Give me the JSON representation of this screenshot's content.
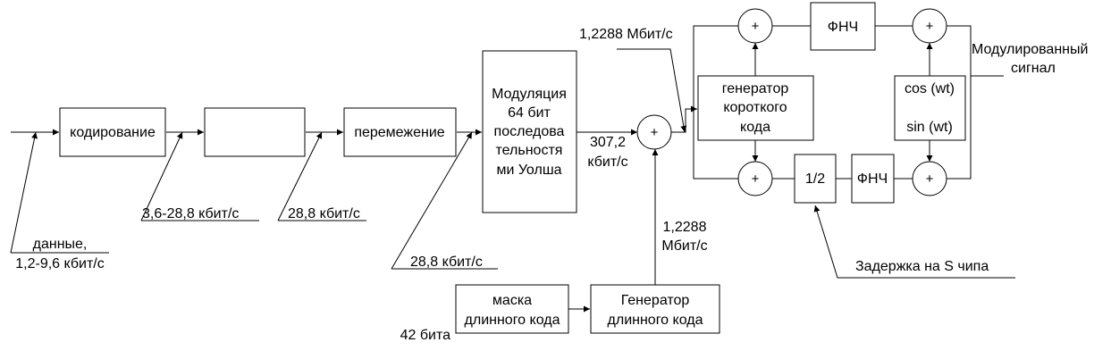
{
  "blocks": {
    "coding": "кодирование",
    "empty": "",
    "interleave": "перемежение",
    "walsh": [
      "Модуляция",
      "64 бит",
      "последова",
      "тельностя",
      "ми Уолша"
    ],
    "mask": [
      "маска",
      "длинного кода"
    ],
    "long_gen": [
      "Генератор",
      "длинного кода"
    ],
    "short_gen": [
      "генератор",
      "короткого",
      "кода"
    ],
    "lpf_top": "ФНЧ",
    "lpf_bottom": "ФНЧ",
    "half": "1/2",
    "cossin": [
      "cos (wt)",
      "sin (wt)"
    ]
  },
  "adder_symbol": "+",
  "labels": {
    "data": [
      "данные,",
      "1,2-9,6 кбит/с"
    ],
    "rate_coding": "3,6-28,8 кбит/с",
    "rate_interleave": "28,8 кбит/с",
    "rate_walsh_in": "28,8 кбит/с",
    "rate_walsh_out": [
      "307,2",
      "кбит/с"
    ],
    "rate_long": [
      "1,2288",
      "Мбит/с"
    ],
    "rate_top": "1,2288 Мбит/с",
    "bits": "42 бита",
    "delay": "Задержка на S чипа",
    "output": [
      "Модулированный",
      "сигнал"
    ]
  }
}
